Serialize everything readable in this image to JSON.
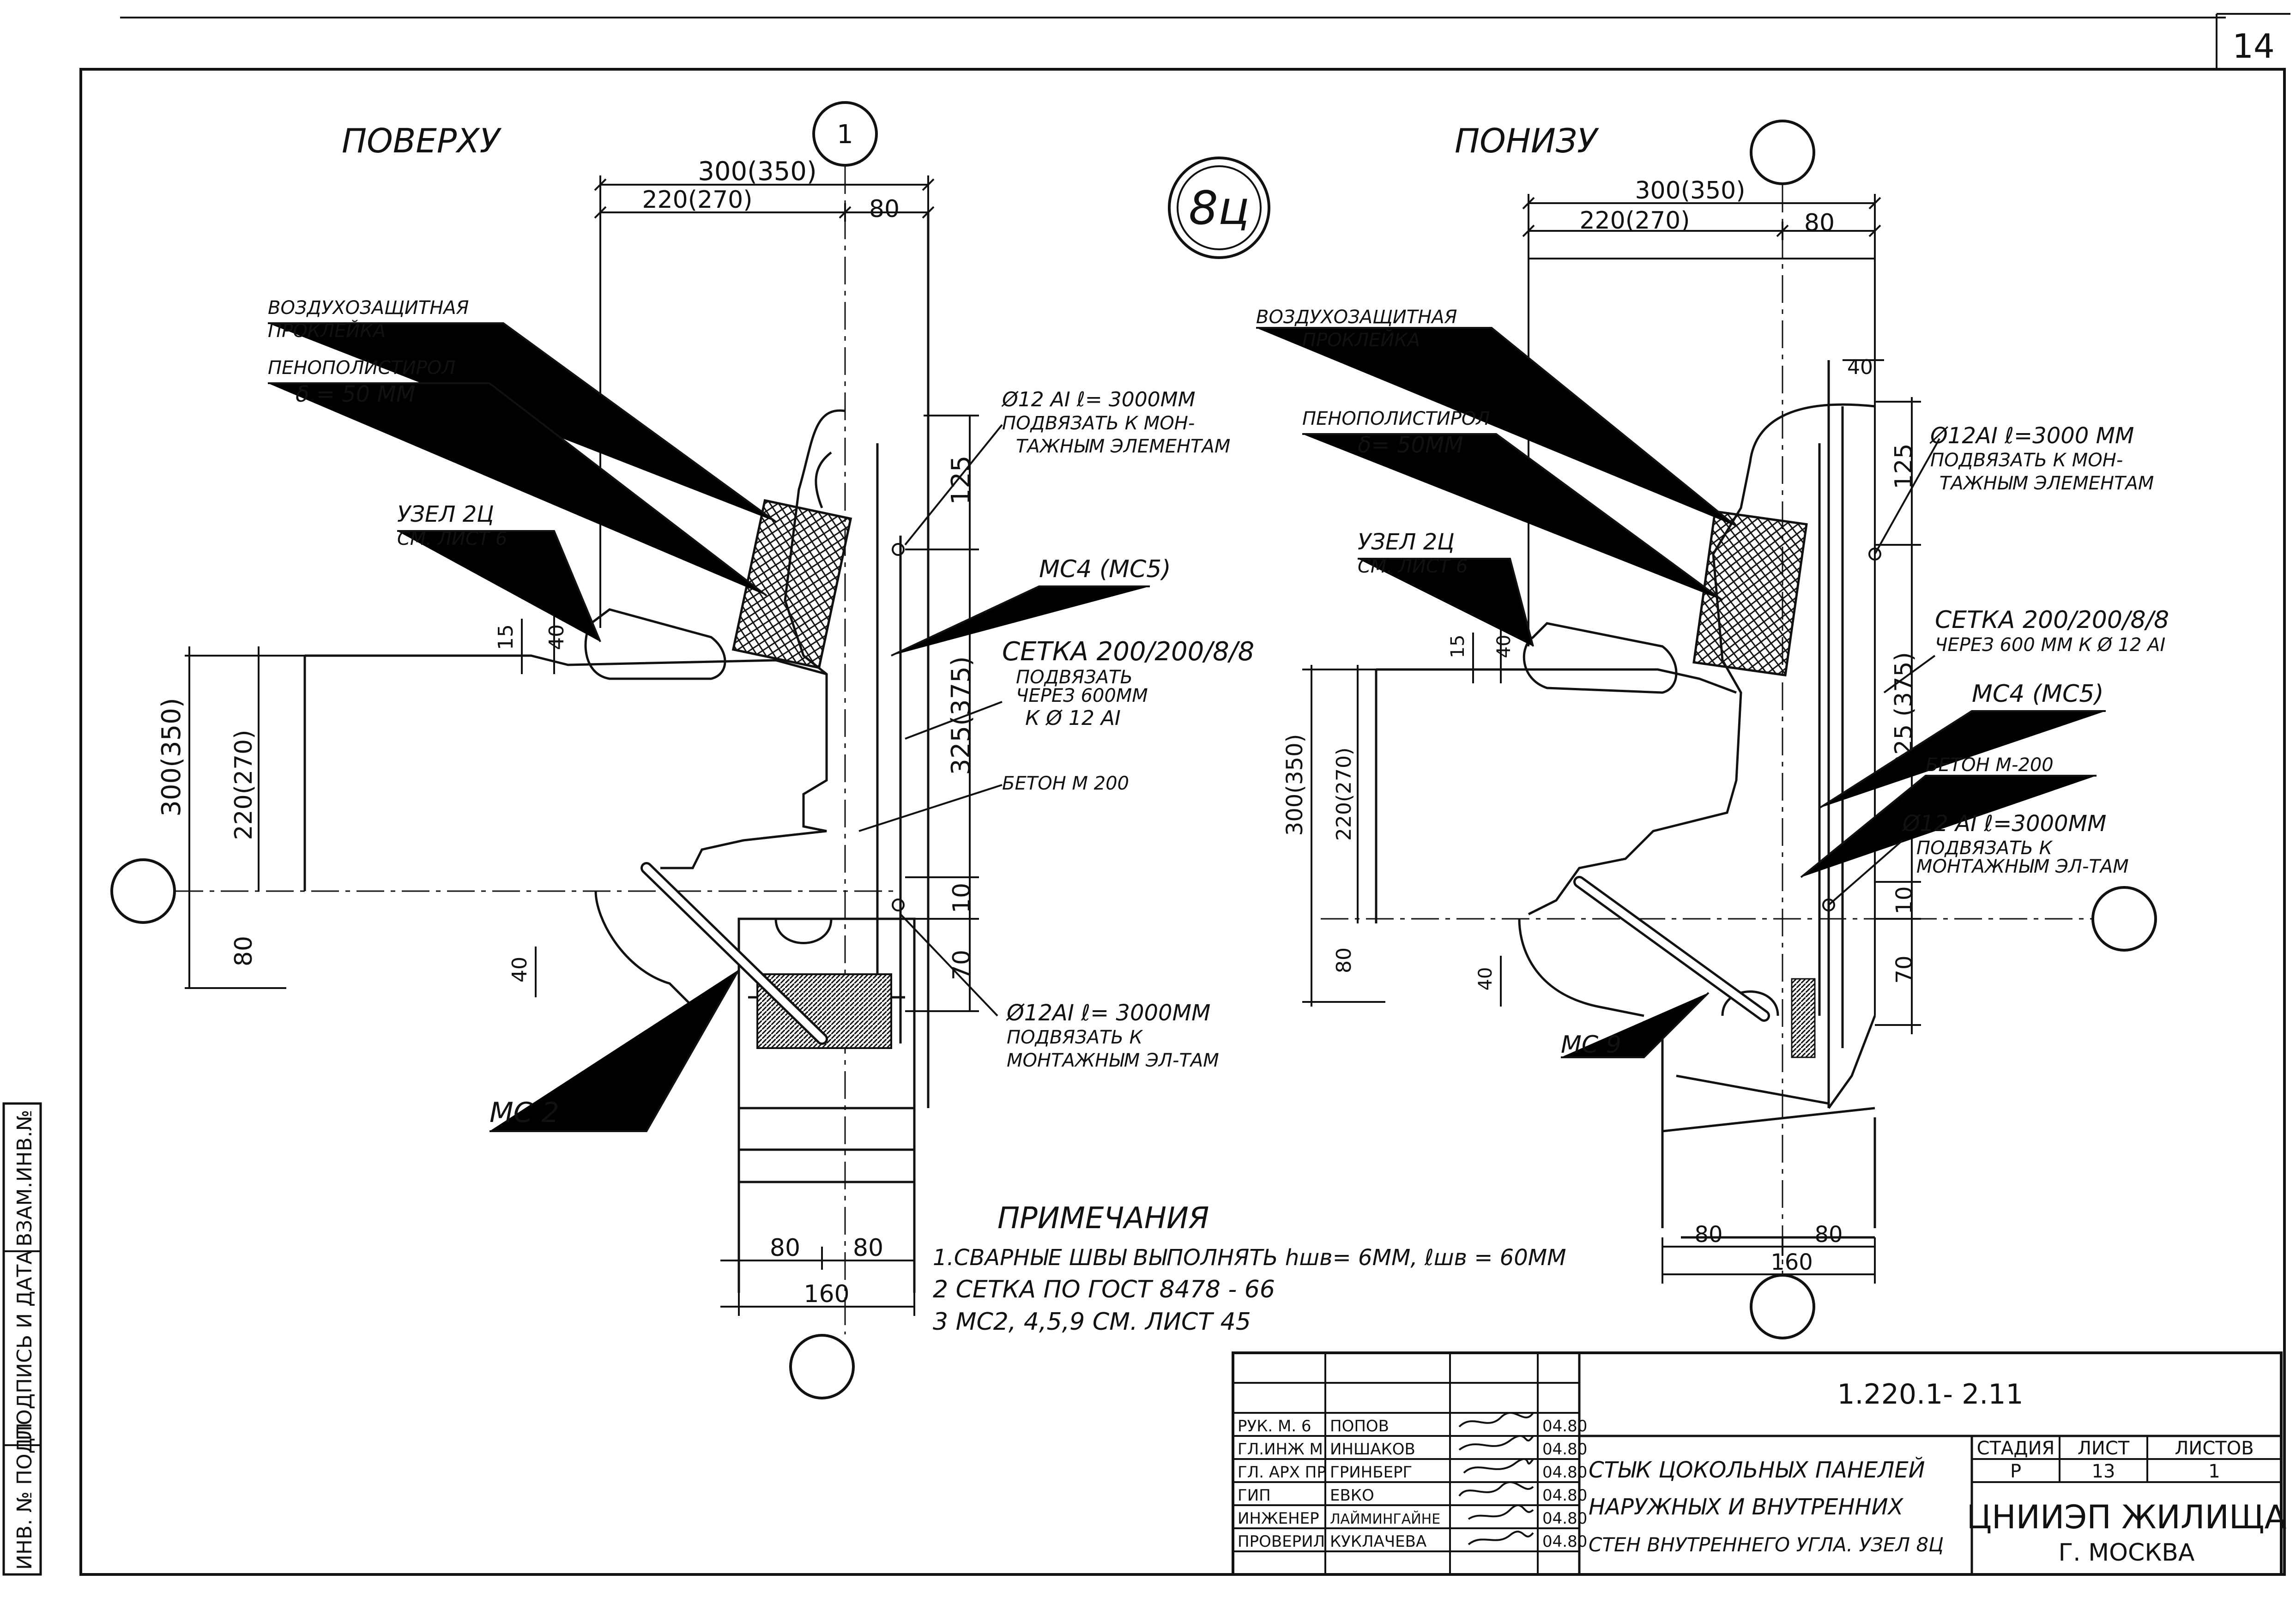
{
  "sheet": {
    "page_number": "14",
    "node_badge": "8ц"
  },
  "views": {
    "top": {
      "title": "ПОВЕРХУ",
      "axis_mark": "1",
      "dims": {
        "overall": "300(350)",
        "inner": "220(270)",
        "right": "80",
        "h125": "125",
        "h325": "325(375)",
        "h10": "10",
        "h70": "70",
        "v15": "15",
        "v40": "40",
        "left_total": "300(350)",
        "left_inner": "220(270)",
        "left_80": "80",
        "v40b": "40",
        "bottom_80a": "80",
        "bottom_80b": "80",
        "bottom_160": "160"
      },
      "labels": {
        "air_seal_1": "ВОЗДУХОЗАЩИТНАЯ",
        "air_seal_2": "ПРОКЛЕЙКА",
        "foam_1": "ПЕНОПОЛИСТИРОЛ",
        "foam_2": "δ = 50 ММ",
        "node_1": "УЗЕЛ 2Ц",
        "node_2": "СМ. ЛИСТ 6",
        "rebar_1": "Ø12 АI  ℓ= 3000ММ",
        "rebar_2": "ПОДВЯЗАТЬ К МОН-",
        "rebar_3": "ТАЖНЫМ ЭЛЕМЕНТАМ",
        "mc": "МС4 (МС5)",
        "mesh_1": "СЕТКА 200/200/8/8",
        "mesh_2": "ПОДВЯЗАТЬ",
        "mesh_3": "ЧЕРЕЗ 600ММ",
        "mesh_4": "К Ø 12 АI",
        "concrete": "БЕТОН М 200",
        "rebar_b1": "Ø12АI  ℓ= 3000ММ",
        "rebar_b2": "ПОДВЯЗАТЬ К",
        "rebar_b3": "МОНТАЖНЫМ ЭЛ-ТАМ",
        "mc2": "МС 2"
      }
    },
    "bottom": {
      "title": "ПОНИЗУ",
      "dims": {
        "overall": "300(350)",
        "inner": "220(270)",
        "right": "80",
        "h40": "40",
        "h125": "125",
        "h325": "325 (375)",
        "h10": "10",
        "h70": "70",
        "v15": "15",
        "v40": "40",
        "left_total": "300(350)",
        "left_inner": "220(270)",
        "left_80": "80",
        "v40b": "40",
        "bottom_80a": "80",
        "bottom_80b": "80",
        "bottom_160": "160"
      },
      "labels": {
        "air_seal_1": "ВОЗДУХОЗАЩИТНАЯ",
        "air_seal_2": "ПРОКЛЕЙКА",
        "foam_1": "ПЕНОПОЛИСТИРОЛ",
        "foam_2": "δ= 50ММ",
        "node_1": "УЗЕЛ 2Ц",
        "node_2": "СМ. ЛИСТ 6",
        "rebar_1": "Ø12АI  ℓ=3000 ММ",
        "rebar_2": "ПОДВЯЗАТЬ К МОН-",
        "rebar_3": "ТАЖНЫМ ЭЛЕМЕНТАМ",
        "mesh_1": "СЕТКА 200/200/8/8",
        "mesh_2": "ЧЕРЕЗ 600 ММ К Ø 12 АI",
        "mc": "МС4 (МС5)",
        "concrete": "БЕТОН  М-200",
        "rebar_b1": "Ø12 АI  ℓ=3000ММ",
        "rebar_b2": "ПОДВЯЗАТЬ К",
        "rebar_b3": "МОНТАЖНЫМ ЭЛ-ТАМ",
        "mc9": "МС 9"
      }
    }
  },
  "notes": {
    "title": "ПРИМЕЧАНИЯ",
    "items": [
      "1.СВАРНЫЕ ШВЫ ВЫПОЛНЯТЬ  hшв= 6ММ,  ℓшв = 60ММ",
      "2  СЕТКА  ПО ГОСТ  8478 - 66",
      "3  МС2, 4,5,9  СМ. ЛИСТ 45"
    ]
  },
  "side_stamp": [
    "ИНВ. № ПОДЛ",
    "ПОДПИСЬ И ДАТА",
    "ВЗАМ.ИНВ.№"
  ],
  "title_block": {
    "doc_code": "1.220.1- 2.11",
    "people": [
      {
        "role": "РУК. М. 6",
        "name": "ПОПОВ",
        "date": "04.80"
      },
      {
        "role": "ГЛ.ИНЖ М.",
        "name": "ИНШАКОВ",
        "date": "04.80"
      },
      {
        "role": "ГЛ. АРХ ПР",
        "name": "ГРИНБЕРГ",
        "date": "04.80"
      },
      {
        "role": "ГИП",
        "name": "ЕВКО",
        "date": "04.80"
      },
      {
        "role": "ИНЖЕНЕР",
        "name": "ЛАЙМИНГАЙНЕ",
        "date": "04.80"
      },
      {
        "role": "ПРОВЕРИЛ",
        "name": "КУКЛАЧЕВА",
        "date": "04.80"
      }
    ],
    "description": [
      "СТЫК ЦОКОЛЬНЫХ ПАНЕЛЕЙ",
      "НАРУЖНЫХ И ВНУТРЕННИХ",
      "СТЕН ВНУТРЕННЕГО УГЛА. УЗЕЛ 8Ц"
    ],
    "stage_hdr": "СТАДИЯ",
    "sheet_hdr": "ЛИСТ",
    "sheets_hdr": "ЛИСТОВ",
    "stage": "Р",
    "sheet": "13",
    "sheets": "1",
    "org": "ЦНИИЭП ЖИЛИЩА",
    "city": "Г. МОСКВА"
  }
}
